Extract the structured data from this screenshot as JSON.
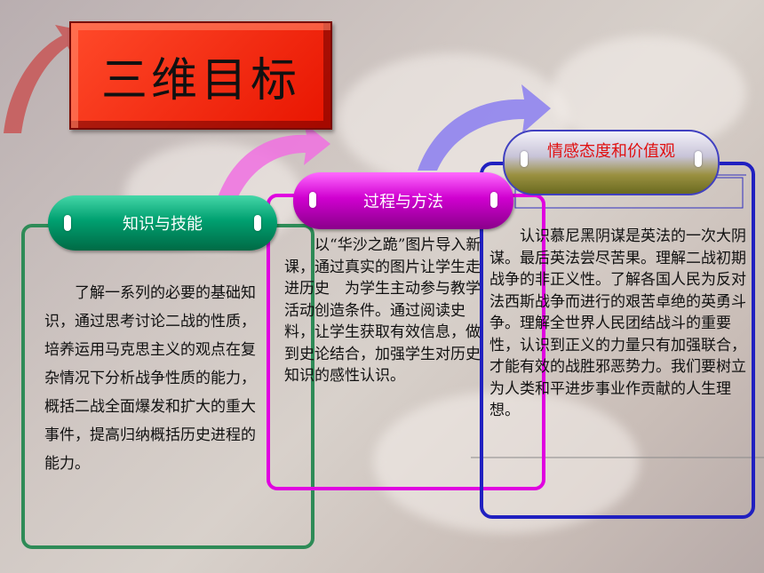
{
  "title": "三维目标",
  "sections": [
    {
      "label": "知识与技能",
      "text": "　　了解一系列的必要的基础知识，通过思考讨论二战的性质，培养运用马克思主义的观点在复杂情况下分析战争性质的能力，概括二战全面爆发和扩大的重大事件，提高归纳概括历史进程的能力。"
    },
    {
      "label": "过程与方法",
      "text": "　　以“华沙之跪”图片导入新课，通过真实的图片让学生走进历史　为学生主动参与教学活动创造条件。通过阅读史料，让学生获取有效信息，做到史论结合，加强学生对历史知识的感性认识。"
    },
    {
      "label": "情感态度和价值观",
      "text": "　　认识慕尼黑阴谋是英法的一次大阴谋。最后英法尝尽苦果。理解二战初期战争的非正义性。了解各国人民为反对法西斯战争而进行的艰苦卓绝的英勇斗争。理解全世界人民团结战斗的重要性，认识到正义的力量只有加强联合，才能有效的战胜邪恶势力。我们要树立为人类和平进步事业作贡献的人生理想。"
    }
  ],
  "colors": {
    "title_bg": "#ff3a1a",
    "pill1": "#009a6e",
    "pill2": "#c800c8",
    "pill3": "#8a8a3a",
    "frame1": "#2e8b57",
    "frame2": "#e000e0",
    "frame3": "#2020c0",
    "label3_text": "#e01010"
  }
}
